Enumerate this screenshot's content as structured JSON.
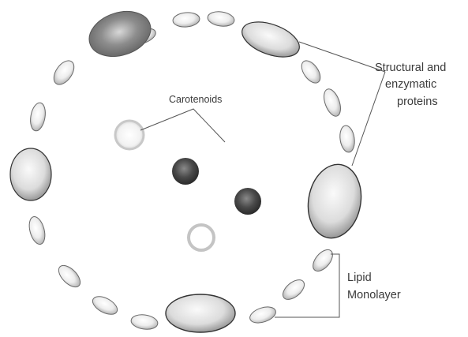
{
  "diagram": {
    "labels": {
      "carotenoids": "Carotenoids",
      "structural_line1": "Structural and",
      "structural_line2": "enzymatic",
      "structural_line3": "proteins",
      "lipid_line1": "Lipid",
      "lipid_line2": "Monolayer"
    },
    "colors": {
      "background": "#ffffff",
      "droplet_stroke": "#666666",
      "large_protein_stroke": "#333333",
      "carotenoid_dark": "#3c3c3c",
      "carotenoid_light": "#c8c8c8",
      "leader_line": "#555555"
    }
  }
}
